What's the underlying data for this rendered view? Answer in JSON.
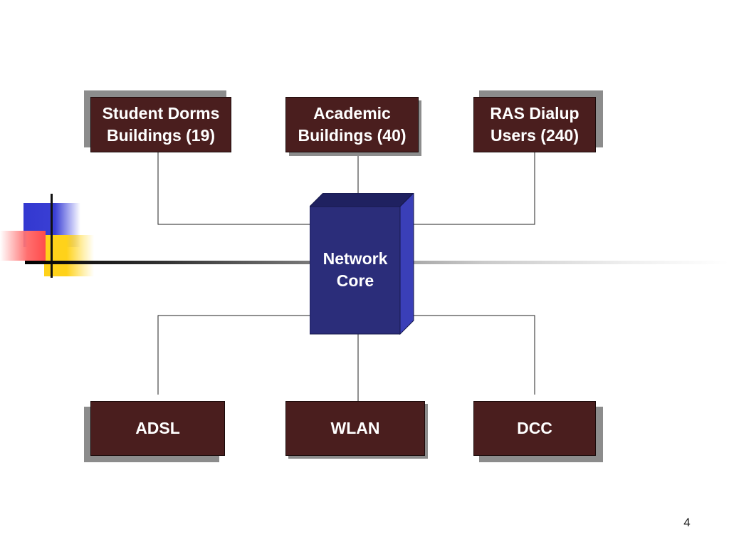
{
  "diagram": {
    "core": {
      "label": "Network\nCore"
    },
    "top_nodes": [
      {
        "id": "student-dorms",
        "label": "Student Dorms\nBuildings (19)"
      },
      {
        "id": "academic",
        "label": "Academic\nBuildings (40)"
      },
      {
        "id": "ras-dialup",
        "label": "RAS Dialup\nUsers (240)"
      }
    ],
    "bottom_nodes": [
      {
        "id": "adsl",
        "label": "ADSL"
      },
      {
        "id": "wlan",
        "label": "WLAN"
      },
      {
        "id": "dcc",
        "label": "DCC"
      }
    ]
  },
  "colors": {
    "node_fill": "#4a1e1e",
    "core_front": "#2b2d7a",
    "core_top": "#1f2160",
    "core_side": "#3a3fb8",
    "shadow": "#8c8c8c"
  },
  "page_number": "4"
}
